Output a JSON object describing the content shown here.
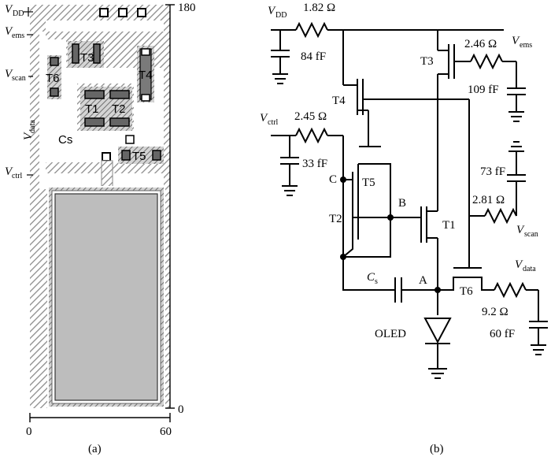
{
  "layout": {
    "rail_labels": {
      "vdd": {
        "v": "V",
        "sub": "DD"
      },
      "vems": {
        "v": "V",
        "sub": "ems"
      },
      "vscan": {
        "v": "V",
        "sub": "scan"
      },
      "vdata": {
        "v": "V",
        "sub": "data"
      },
      "vctrl": {
        "v": "V",
        "sub": "ctrl"
      }
    },
    "transistors": [
      "T3",
      "T6",
      "T4",
      "T1",
      "T2",
      "T5"
    ],
    "capacitor": "Cs",
    "axis": {
      "x_start": "0",
      "x_end": "60",
      "y_top": "180",
      "y_bottom": "0"
    },
    "caption": "(a)"
  },
  "circuit": {
    "sources": {
      "vdd": {
        "v": "V",
        "sub": "DD"
      },
      "vems": {
        "v": "V",
        "sub": "ems"
      },
      "vctrl": {
        "v": "V",
        "sub": "ctrl"
      },
      "vscan": {
        "v": "V",
        "sub": "scan"
      },
      "vdata": {
        "v": "V",
        "sub": "data"
      }
    },
    "resistors": {
      "vdd": "1.82 Ω",
      "vems": "2.46 Ω",
      "vctrl": "2.45 Ω",
      "vscan": "2.81 Ω",
      "vdata": "9.2 Ω"
    },
    "capacitors": {
      "vdd": "84 fF",
      "vems": "109 fF",
      "vctrl": "33 fF",
      "vscan": "73 fF",
      "vdata": "60 fF"
    },
    "transistors": {
      "t1": "T1",
      "t2": "T2",
      "t3": "T3",
      "t4": "T4",
      "t5": "T5",
      "t6": "T6"
    },
    "nodes": {
      "a": "A",
      "b": "B",
      "c": "C"
    },
    "storage_cap": {
      "v": "C",
      "sub": "s"
    },
    "oled": "OLED",
    "caption": "(b)"
  },
  "colors": {
    "line": "#000000",
    "hatch": "#9a9a9a",
    "pad": "#bdbdbd",
    "gate": "#7a7a7a"
  }
}
